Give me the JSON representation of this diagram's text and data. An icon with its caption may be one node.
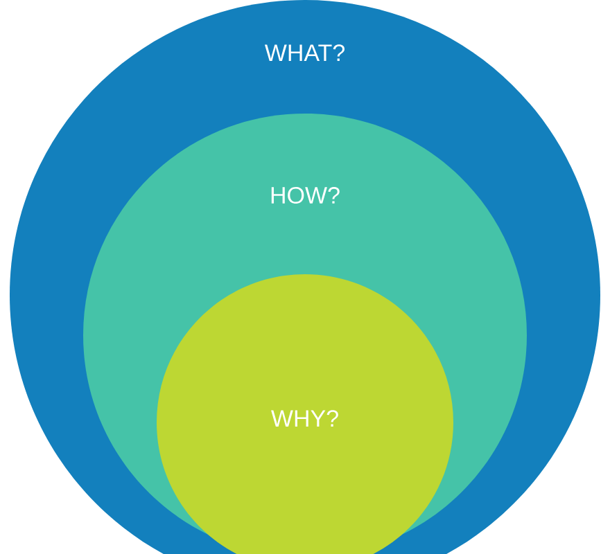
{
  "diagram": {
    "nodes": [
      {
        "text": [
          "WHAT?"
        ]
      },
      {
        "text": [
          "HOW?"
        ],
        "in": 0
      },
      {
        "text": [
          "WHY?"
        ],
        "in": 1
      }
    ]
  }
}
